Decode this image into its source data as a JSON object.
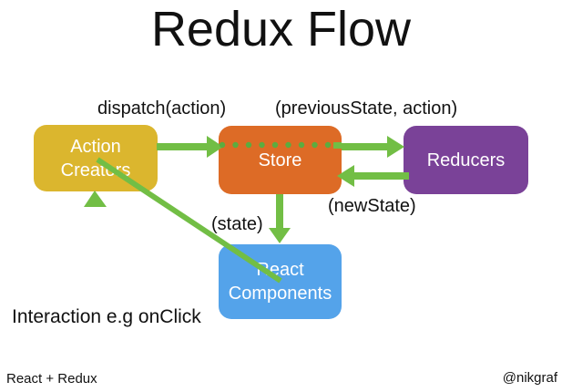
{
  "title": "Redux Flow",
  "colors": {
    "background": "#ffffff",
    "text_black": "#111111",
    "arrow_green": "#72BE45",
    "dot_green": "#5CAC3F",
    "node_text": "#FFFFFF"
  },
  "diagram": {
    "nodes": [
      {
        "id": "action-creators",
        "label": "Action Creators",
        "lines": [
          "Action",
          "Creators"
        ],
        "color": "#DBB62E"
      },
      {
        "id": "store",
        "label": "Store",
        "lines": [
          "Store"
        ],
        "color": "#DD6B26"
      },
      {
        "id": "reducers",
        "label": "Reducers",
        "lines": [
          "Reducers"
        ],
        "color": "#7A4298"
      },
      {
        "id": "react-components",
        "label": "React Components",
        "lines": [
          "React",
          "Components"
        ],
        "color": "#54A3EA"
      }
    ],
    "edges": [
      {
        "from": "action-creators",
        "to": "store",
        "label": "dispatch(action)",
        "style": "solid-arrow"
      },
      {
        "from": "store",
        "to": "reducers",
        "label": "(previousState, action)",
        "style": "dotted-through-store-then-solid-arrow"
      },
      {
        "from": "reducers",
        "to": "store",
        "label": "(newState)",
        "style": "solid-arrow"
      },
      {
        "from": "store",
        "to": "react-components",
        "label": "(state)",
        "style": "solid-arrow"
      },
      {
        "from": "react-components",
        "to": "action-creators",
        "label": "Interaction e.g onClick",
        "style": "diagonal-solid-arrow"
      }
    ]
  },
  "footer": {
    "left": "React + Redux",
    "right": "@nikgraf"
  }
}
